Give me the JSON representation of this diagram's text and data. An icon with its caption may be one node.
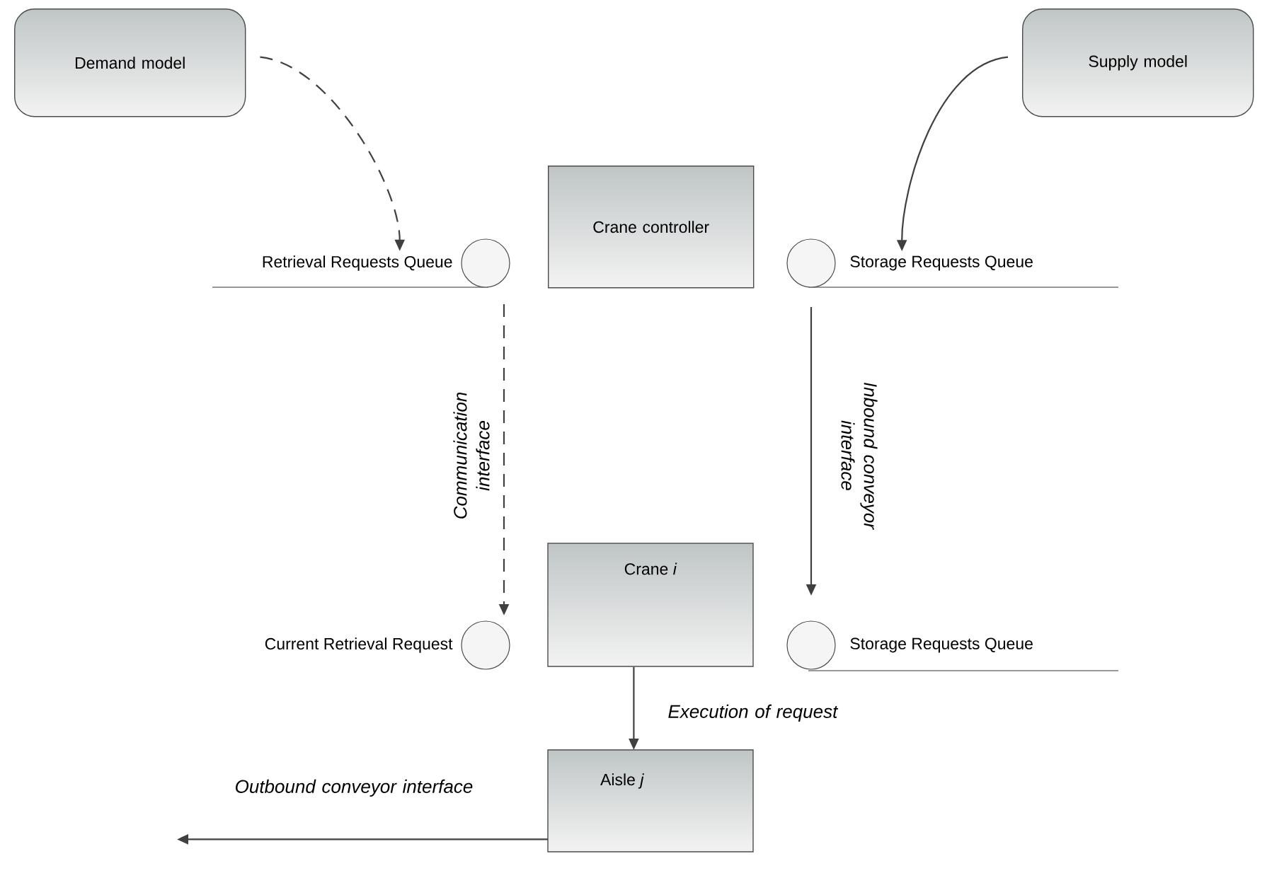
{
  "diagram": {
    "nodes": [
      {
        "text": [
          "Demand model"
        ]
      },
      {
        "text": [
          "Supply model"
        ]
      },
      {
        "text": [
          "Crane controller"
        ]
      },
      {
        "text": [
          "Retrieval Requests Queue"
        ]
      },
      {
        "text": [
          "Storage Requests Queue"
        ]
      },
      {
        "text": [
          "Crane *i*"
        ]
      },
      {
        "text": [
          "Current Retrieval Request"
        ]
      },
      {
        "text": [
          "Storage Requests Queue"
        ]
      },
      {
        "text": [
          "Aisle *j*"
        ]
      }
    ],
    "edges": [
      {
        "from": 0,
        "to": 3,
        "arrow": "to",
        "style": "dashed"
      },
      {
        "from": 1,
        "to": 4,
        "arrow": "to"
      },
      {
        "from": 3,
        "to": 6,
        "arrow": "to",
        "style": "dashed",
        "label": "Communication interface"
      },
      {
        "from": 4,
        "to": 7,
        "arrow": "to",
        "label": "Inbound conveyor interface"
      },
      {
        "from": 5,
        "to": 8,
        "arrow": "to",
        "label": "Execution of request"
      },
      {
        "from": 8,
        "to": null,
        "arrow": "to",
        "label": "Outbound conveyor interface"
      }
    ]
  }
}
